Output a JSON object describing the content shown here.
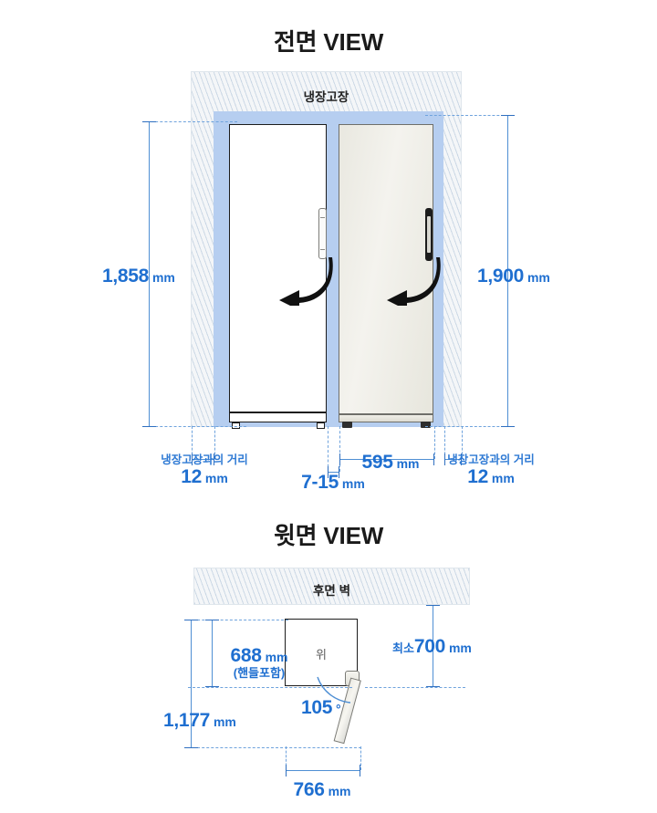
{
  "page": {
    "background": "#ffffff",
    "accent_color": "#1f6fd0",
    "line_color": "#4f8fd4",
    "hatch_color": "#aac0d6",
    "cabinet_panel_color": "#b6cef0"
  },
  "front_view": {
    "title": "전면 VIEW",
    "cabinet_label": "냉장고장",
    "dimensions": {
      "left_height": {
        "value": "1,858",
        "unit": "mm"
      },
      "right_height": {
        "value": "1,900",
        "unit": "mm"
      },
      "left_gap": {
        "caption": "냉장고장과의 거리",
        "value": "12",
        "unit": "mm"
      },
      "center_gap": {
        "value": "7-15",
        "unit": "mm"
      },
      "width": {
        "value": "595",
        "unit": "mm"
      },
      "right_gap": {
        "caption": "냉장고장과의 거리",
        "value": "12",
        "unit": "mm"
      }
    }
  },
  "top_view": {
    "title": "윗면 VIEW",
    "wall_label": "후면 벽",
    "unit_label": "위",
    "dimensions": {
      "depth_with_handle": {
        "value": "688",
        "unit": "mm",
        "note": "(핸들포함)"
      },
      "clearance": {
        "prefix": "최소",
        "value": "700",
        "unit": "mm"
      },
      "door_angle": {
        "value": "105",
        "unit": "°"
      },
      "total_depth": {
        "value": "1,177",
        "unit": "mm"
      },
      "total_width": {
        "value": "766",
        "unit": "mm"
      }
    }
  }
}
